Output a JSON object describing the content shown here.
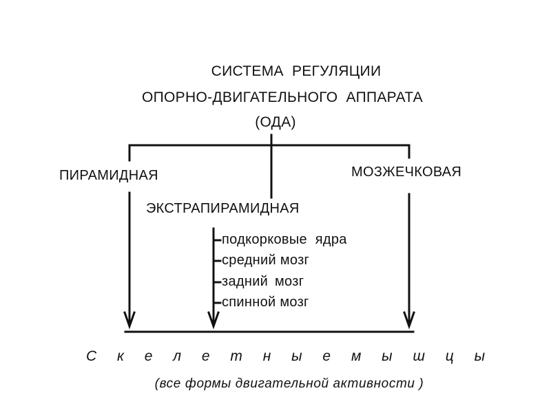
{
  "diagram": {
    "title_line1": "СИСТЕМА РЕГУЛЯЦИИ",
    "title_line2": "ОПОРНО-ДВИГАТЕЛЬНОГО АППАРАТА",
    "title_line3": "(ОДА)",
    "branches": {
      "pyramidal": "ПИРАМИДНАЯ",
      "cerebellar": "МОЗЖЕЧКОВАЯ",
      "extrapyramidal": "ЭКСТРАПИРАМИДНАЯ"
    },
    "extrapyramidal_parts": [
      "подкорковые ядра",
      "средний мозг",
      "задний мозг",
      "спинной мозг"
    ],
    "target": "С к е л е т н ы е  м ы ш ц ы",
    "target_note": "(все формы двигательной активности )"
  },
  "colors": {
    "line": "#111111",
    "background": "#ffffff"
  }
}
